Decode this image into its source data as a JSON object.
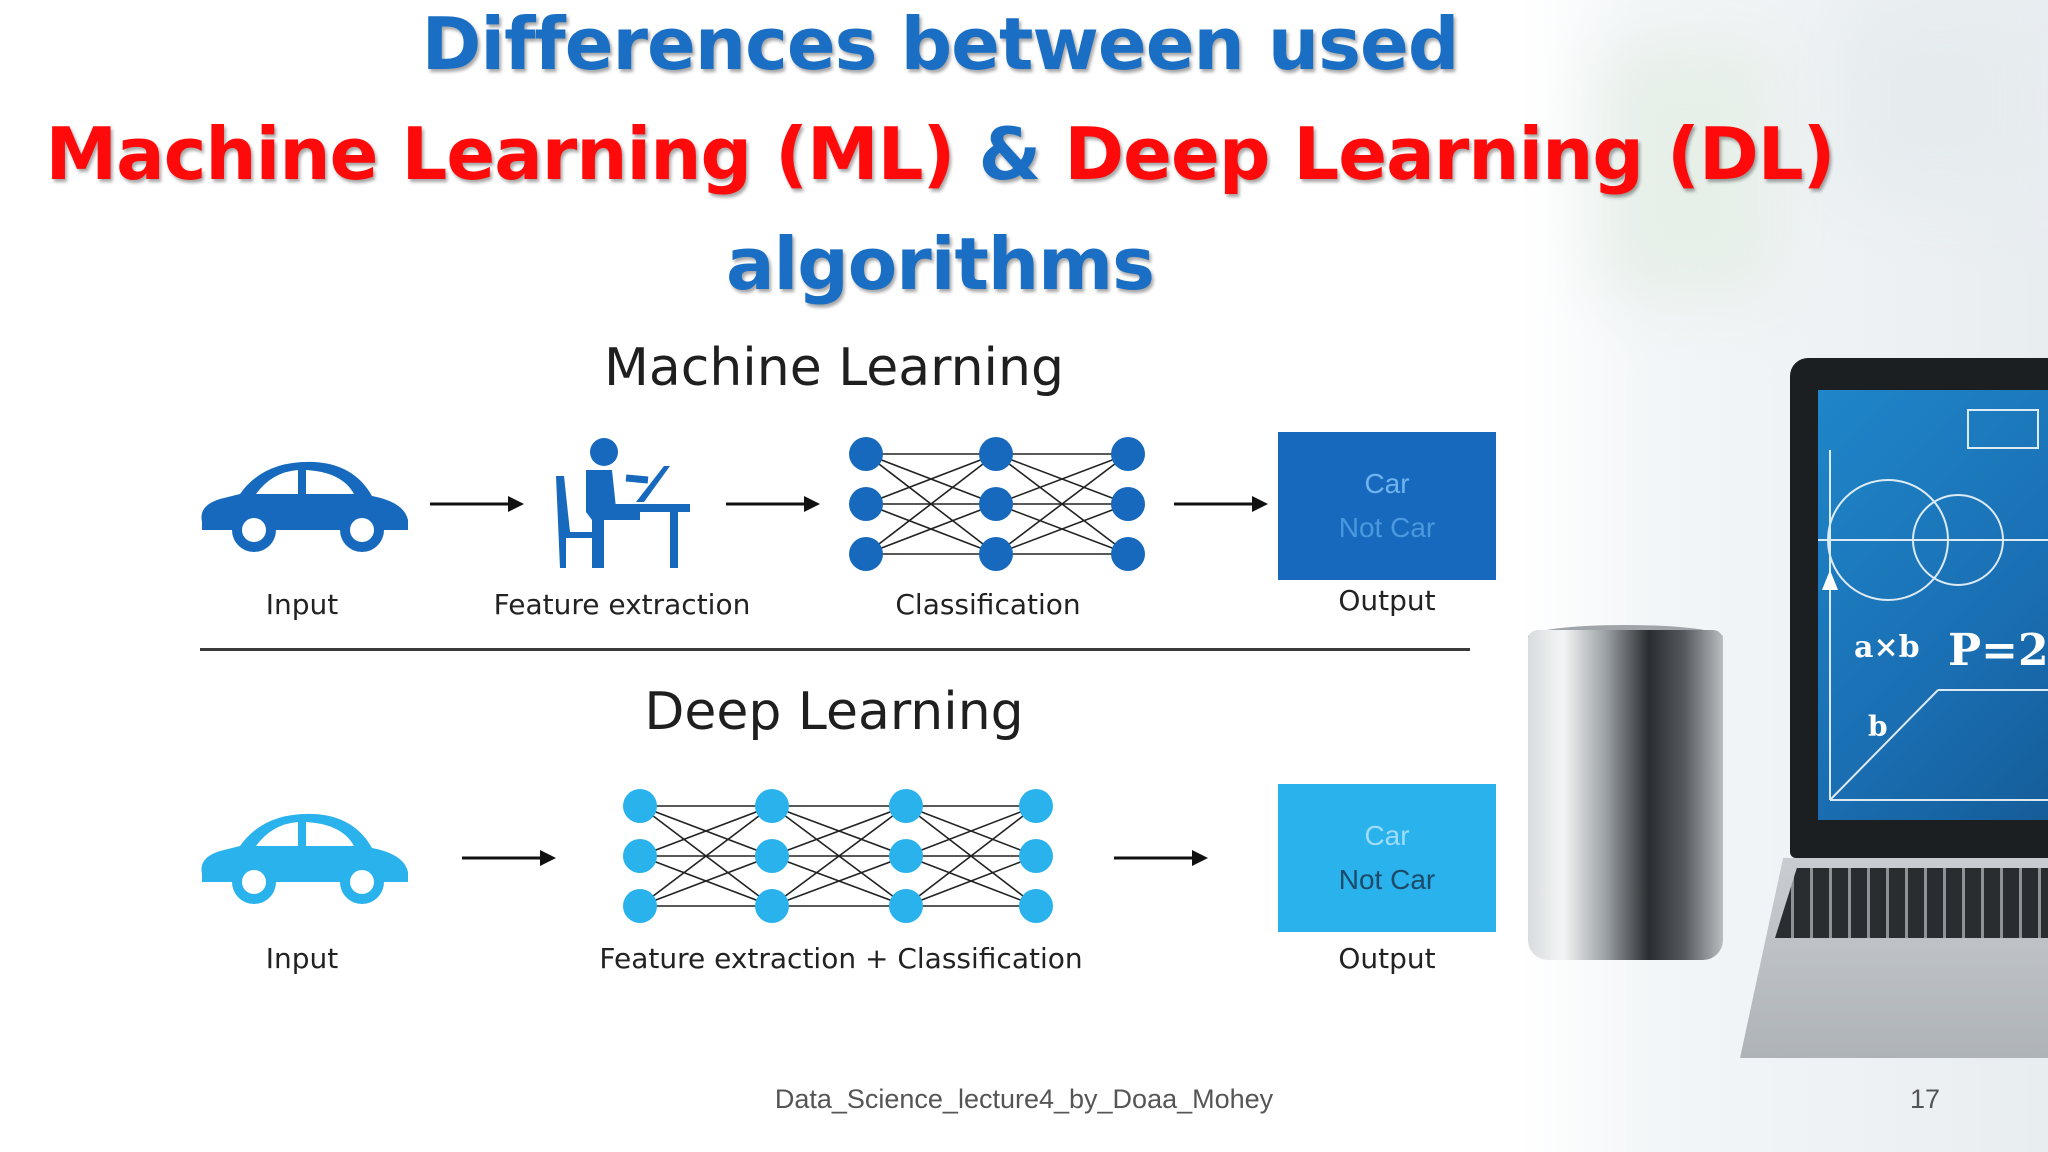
{
  "title": {
    "line1": "Differences between used",
    "line2_part1": "Machine Learning (ML)",
    "line2_amp": "&",
    "line2_part2": "Deep Learning (DL)",
    "line3": "algorithms"
  },
  "machine_learning": {
    "heading": "Machine Learning",
    "input_label": "Input",
    "feature_label": "Feature extraction",
    "classification_label": "Classification",
    "output_label": "Output",
    "output_box": {
      "line1": "Car",
      "line2": "Not Car"
    },
    "color": "#1769bd"
  },
  "deep_learning": {
    "heading": "Deep Learning",
    "input_label": "Input",
    "combined_label": "Feature extraction + Classification",
    "output_label": "Output",
    "output_box": {
      "line1": "Car",
      "line2": "Not Car"
    },
    "color": "#29b2ec"
  },
  "laptop_screen": {
    "formula": "P=2",
    "axb": "a×b",
    "b": "b"
  },
  "footer": {
    "text": "Data_Science_lecture4_by_Doaa_Mohey",
    "page_number": "17"
  }
}
